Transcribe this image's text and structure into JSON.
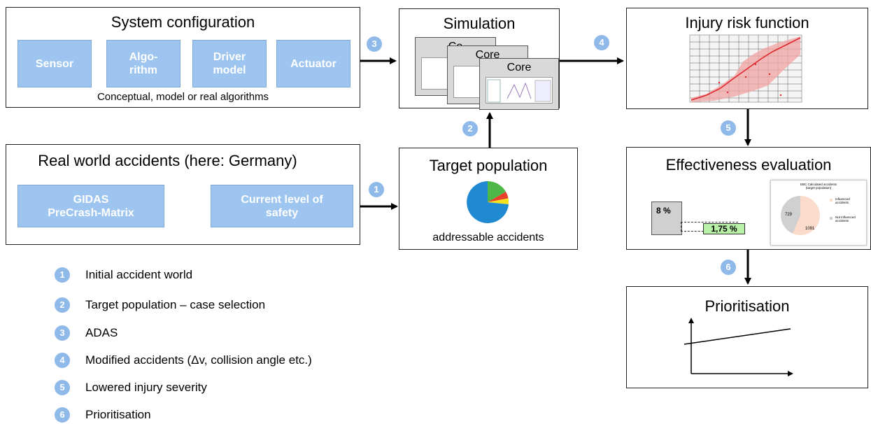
{
  "system": {
    "title": "System configuration",
    "boxes": [
      "Sensor",
      "Algo-\nrithm",
      "Driver\nmodel",
      "Actuator"
    ],
    "caption": "Conceptual, model or real algorithms"
  },
  "simulation": {
    "title": "Simulation",
    "cores": [
      "Co",
      "Core",
      "Core"
    ]
  },
  "injury": {
    "title": "Injury risk function"
  },
  "accidents": {
    "title": "Real world accidents (here: Germany)",
    "box1": "GIDAS\nPreCrash-Matrix",
    "box2": "Current level of\nsafety"
  },
  "target": {
    "title": "Target population",
    "caption": "addressable accidents"
  },
  "effectiveness": {
    "title": "Effectiveness evaluation",
    "bar1": "8 %",
    "bar2": "1,75 %",
    "pie_title": "EBC Calculated accidents\n(target population)",
    "pie_values": [
      "729",
      "1091"
    ],
    "pie_legend": [
      "Influenced\naccidents",
      "Not influenced\naccidents"
    ]
  },
  "prioritisation": {
    "title": "Prioritisation"
  },
  "steps": [
    "1",
    "2",
    "3",
    "4",
    "5",
    "6"
  ],
  "legend": [
    "Initial accident world",
    "Target population – case selection",
    "ADAS",
    "Modified accidents (Δv, collision angle etc.)",
    "Lowered injury severity",
    "Prioritisation"
  ],
  "colors": {
    "blue_box": "#9ec5ef",
    "step_circle": "#8fb9e9",
    "pie_blue": "#1f8ad1",
    "pie_green": "#4db848",
    "pie_red": "#e8412b",
    "pie_yellow": "#f5e31d"
  }
}
